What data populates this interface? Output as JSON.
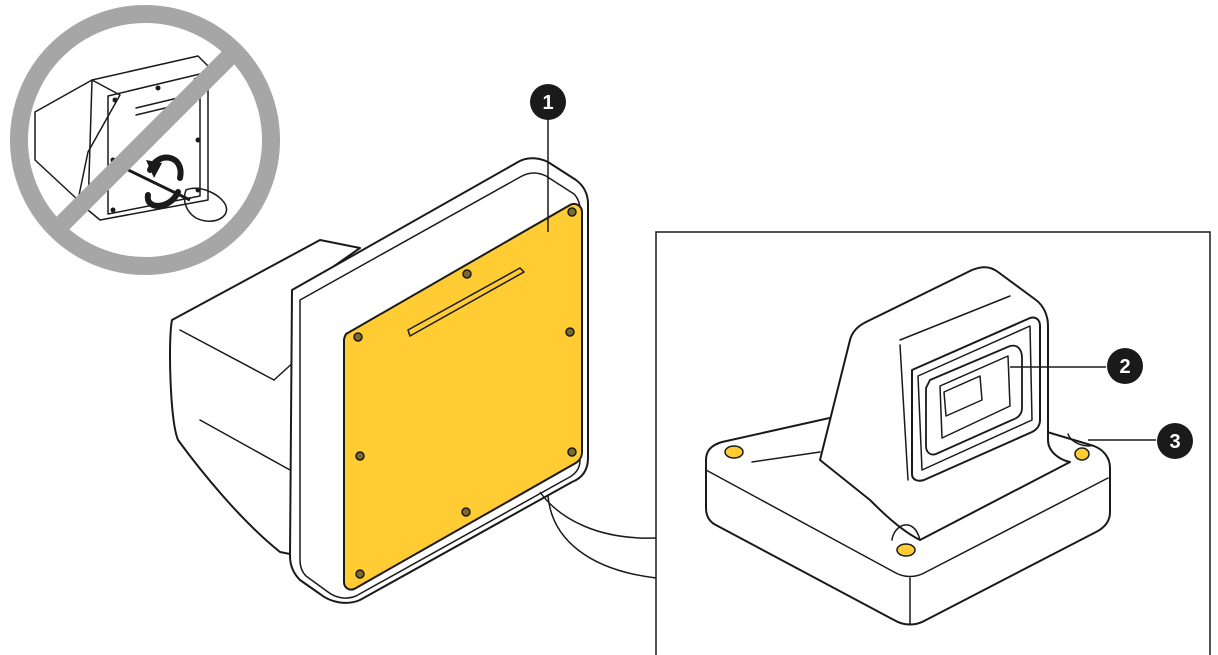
{
  "diagram": {
    "callouts": [
      {
        "id": "1",
        "label": "1"
      },
      {
        "id": "2",
        "label": "2"
      },
      {
        "id": "3",
        "label": "3"
      }
    ],
    "colors": {
      "highlight": "#ffcc33",
      "prohibition": "#a6a6a6",
      "outline": "#1a1a1a",
      "callout_fill": "#1a1a1a",
      "callout_text": "#ffffff"
    },
    "icons": [
      "prohibition-sign-icon",
      "screwdriver-icon",
      "rotate-arrow-icon"
    ]
  }
}
